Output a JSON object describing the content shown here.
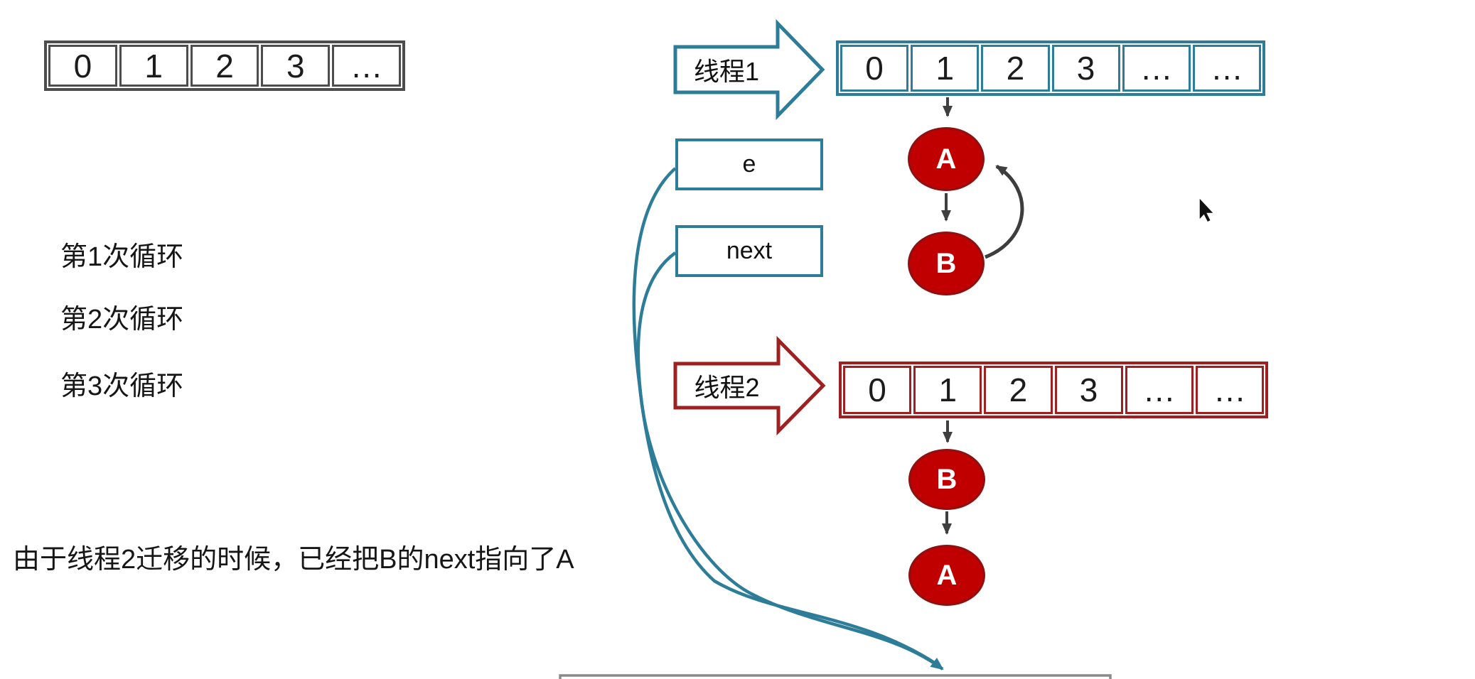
{
  "colors": {
    "teal_accent": "#2e7d98",
    "dark_red_accent": "#9e2020",
    "node_fill": "#c00000",
    "gray_border": "#4d4d4d",
    "arrow_gray": "#3f3f3f"
  },
  "top_left_array": {
    "cells": [
      "0",
      "1",
      "2",
      "3",
      "…"
    ]
  },
  "loop_labels": [
    "第1次循环",
    "第2次循环",
    "第3次循环"
  ],
  "bottom_note": "由于线程2迁移的时候，已经把B的next指向了A",
  "pointers": {
    "e_label": "e",
    "next_label": "next"
  },
  "thread1": {
    "label": "线程1",
    "array_cells": [
      "0",
      "1",
      "2",
      "3",
      "…",
      "…"
    ],
    "nodes": [
      {
        "label": "A"
      },
      {
        "label": "B"
      }
    ]
  },
  "thread2": {
    "label": "线程2",
    "array_cells": [
      "0",
      "1",
      "2",
      "3",
      "…",
      "…"
    ],
    "nodes": [
      {
        "label": "B"
      },
      {
        "label": "A"
      }
    ]
  },
  "cursor": {
    "icon": "mouse-cursor-icon"
  }
}
